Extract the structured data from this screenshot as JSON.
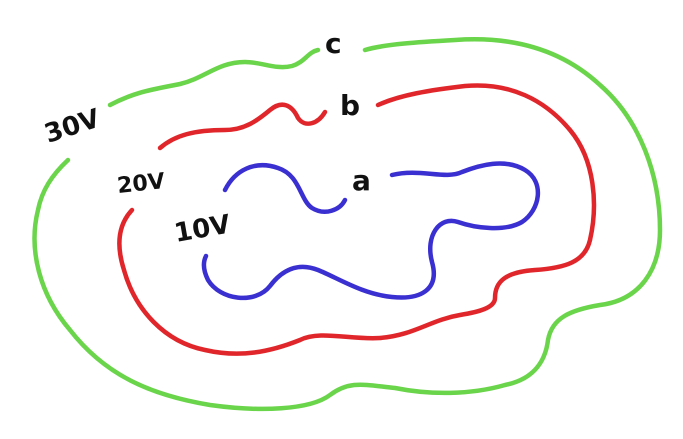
{
  "colors": {
    "background": "#ffffff",
    "outer": "#6ad44a",
    "middle": "#e0262a",
    "inner": "#3a2fd0",
    "text": "#111111"
  },
  "outer": {
    "letter": "c",
    "voltage": "30V"
  },
  "middle": {
    "letter": "b",
    "voltage": "20V"
  },
  "inner": {
    "letter": "a",
    "voltage": "10V"
  }
}
